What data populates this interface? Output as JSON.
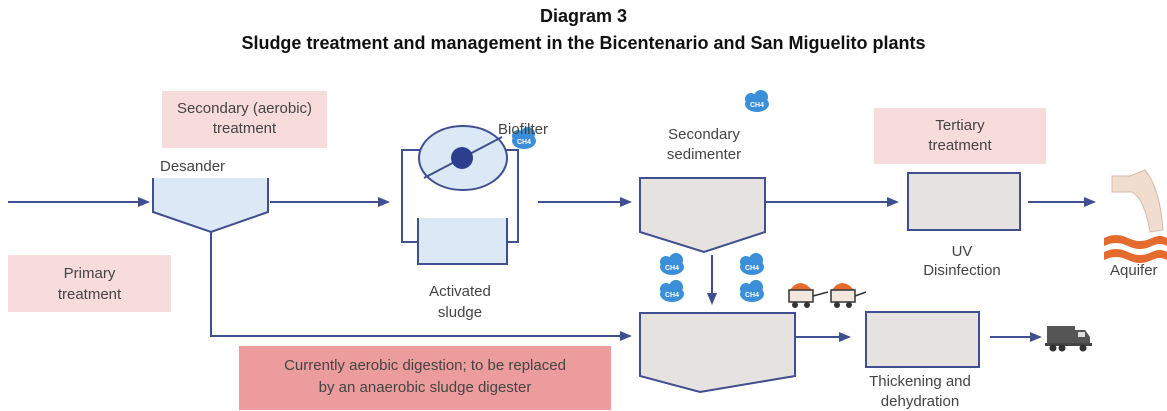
{
  "title": {
    "line1": "Diagram 3",
    "line2": "Sludge treatment and management in the Bicentenario and San Miguelito plants"
  },
  "ch4_label": "CH4",
  "labels": {
    "secondary_treatment_1": "Secondary (aerobic)",
    "secondary_treatment_2": "treatment",
    "biofilter": "Biofilter",
    "desander": "Desander",
    "secondary_sedimenter_1": "Secondary",
    "secondary_sedimenter_2": "sedimenter",
    "tertiary_treatment_1": "Tertiary",
    "tertiary_treatment_2": "treatment",
    "uv_1": "UV",
    "uv_2": "Disinfection",
    "aquifer": "Aquifer",
    "primary_treatment_1": "Primary",
    "primary_treatment_2": "treatment",
    "activated_sludge_1": "Activated",
    "activated_sludge_2": "sludge",
    "digestion_note_1": "Currently aerobic digestion; to be replaced",
    "digestion_note_2": "by an anaerobic sludge digester",
    "thickening_1": "Thickening and",
    "thickening_2": "dehydration"
  },
  "colors": {
    "flow_line": "#3f4f8f",
    "label_box": "#f8dcdc",
    "note_box": "#ec9c9c",
    "methane_cloud": "#3b8fd8",
    "water": "#e46a2e"
  }
}
